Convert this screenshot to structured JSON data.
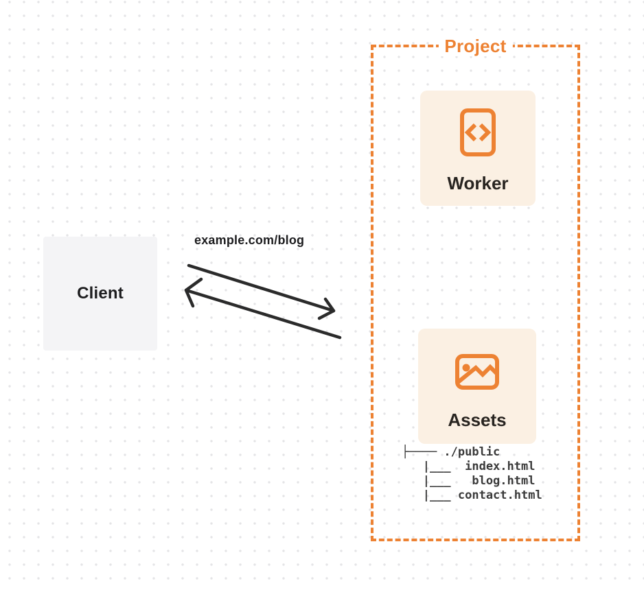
{
  "colors": {
    "orange": "#ED8233",
    "card-bg": "#FBF0E3",
    "client-bg": "#F4F4F6",
    "ink": "#1D1D1F",
    "node-ink": "#282420",
    "arrow": "#2B2B2B",
    "tree-ink": "#3A3A3A",
    "dot": "#E4E4E6"
  },
  "client": {
    "label": "Client"
  },
  "request": {
    "url_label": "example.com/blog"
  },
  "project": {
    "label": "Project",
    "worker": {
      "label": "Worker",
      "icon": "code-file-icon"
    },
    "assets": {
      "label": "Assets",
      "icon": "image-icon",
      "file_tree": {
        "root": "./public",
        "files": [
          "index.html",
          "blog.html",
          "contact.html"
        ],
        "lines": [
          "├──── ./public",
          "   |___  index.html",
          "   |___   blog.html",
          "   |___ contact.html"
        ]
      }
    }
  }
}
